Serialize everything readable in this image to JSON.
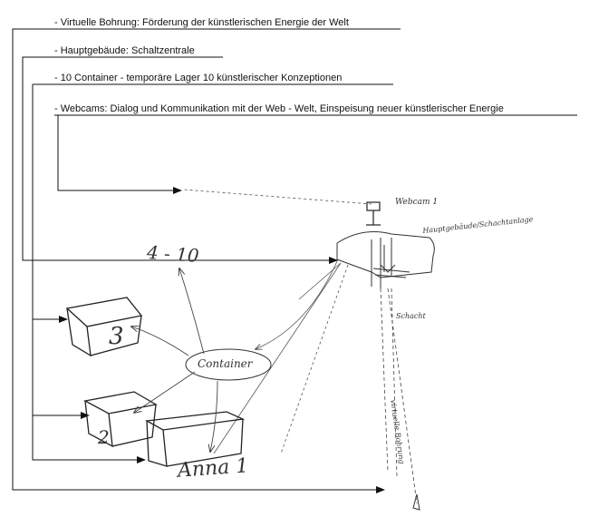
{
  "legend": {
    "items": [
      "- Virtuelle Bohrung: Förderung der künstlerischen Energie der Welt",
      "- Hauptgebäude: Schaltzentrale",
      "- 10 Container - temporäre Lager 10 künstlerischer Konzeptionen",
      "- Webcams: Dialog und Kommunikation mit der Web - Welt, Einspeisung neuer künstlerischer Energie"
    ]
  },
  "sketch": {
    "webcam_label": "Webcam 1",
    "main_building_label": "Hauptgebäude/Schachtanlage",
    "shaft_label": "Schacht",
    "drill_label": "virtuelle Bohrung",
    "count_label": "4 - 10",
    "container_label": "Container",
    "box_numbers": [
      "3",
      "2"
    ],
    "bottom_label": "Anna 1"
  },
  "colors": {
    "ink": "#111111",
    "pencil": "#444444"
  }
}
